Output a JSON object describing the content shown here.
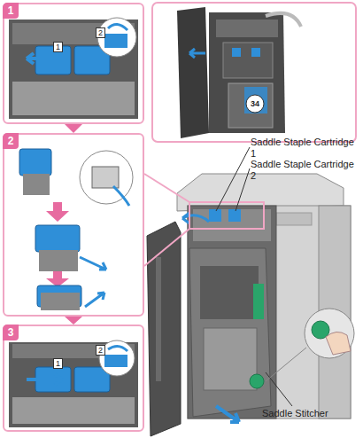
{
  "diagram": {
    "nodes": [
      {
        "text": [
          "1"
        ]
      },
      {
        "text": [
          "2"
        ]
      },
      {
        "text": [
          "3"
        ]
      }
    ],
    "edges": [
      {
        "from": 0,
        "to": 1,
        "arrow": "to"
      },
      {
        "from": 1,
        "to": 2,
        "arrow": "to"
      }
    ],
    "labels": [
      "1",
      "2",
      "34",
      "1",
      "2",
      "Saddle Staple Cartridge 1",
      "Saddle Staple Cartridge 2",
      "Saddle Stitcher"
    ]
  }
}
